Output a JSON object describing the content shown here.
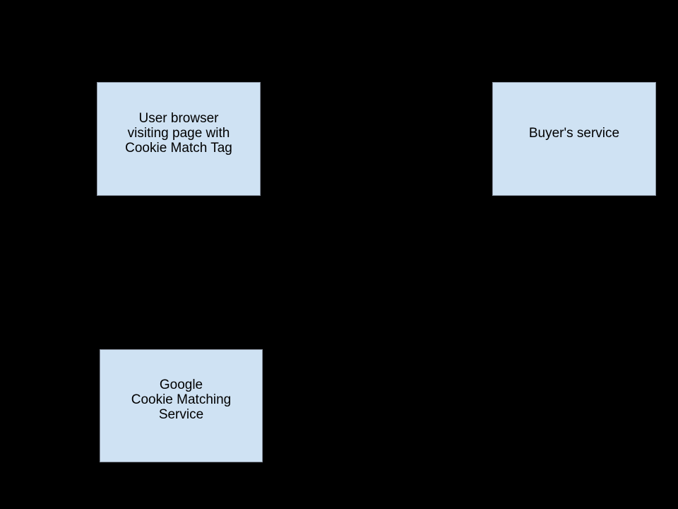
{
  "diagram": {
    "background": "#000000",
    "node_fill": "#cfe2f3",
    "node_border": "#87909e",
    "text_color": "#000000",
    "nodes": [
      {
        "id": "user-browser",
        "lines": [
          "User browser",
          "visiting page with",
          "Cookie Match Tag"
        ]
      },
      {
        "id": "buyers-service",
        "lines": [
          "Buyer's service"
        ]
      },
      {
        "id": "google-cookie-matching-service",
        "lines": [
          "Google",
          "Cookie Matching",
          "Service"
        ]
      }
    ]
  }
}
